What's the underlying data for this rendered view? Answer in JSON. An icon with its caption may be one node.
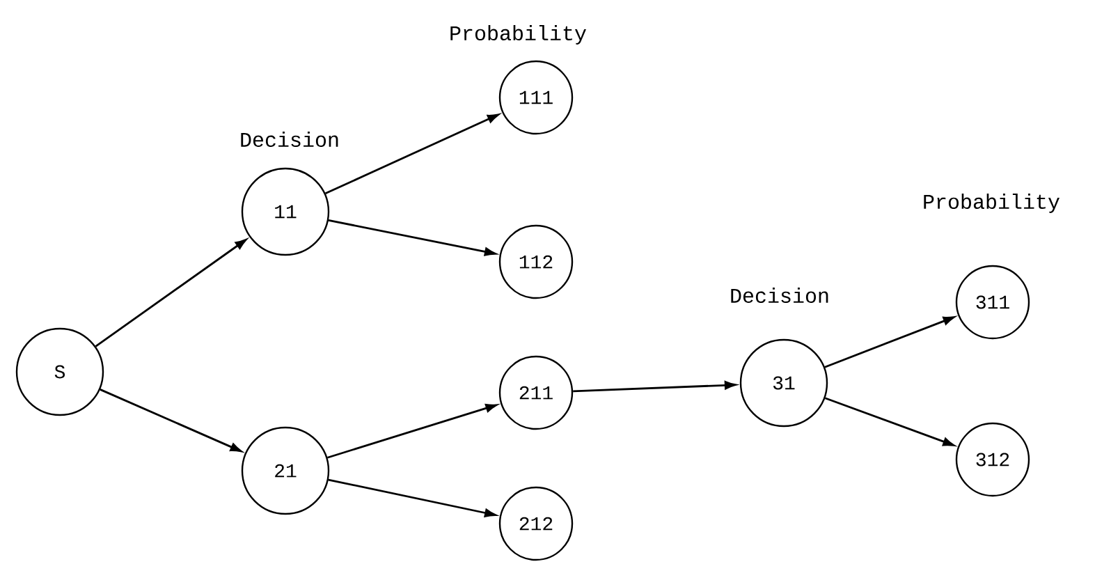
{
  "diagram": {
    "nodes": [
      {
        "text": [
          "S"
        ]
      },
      {
        "text": [
          "11"
        ]
      },
      {
        "text": [
          "21"
        ]
      },
      {
        "text": [
          "111"
        ]
      },
      {
        "text": [
          "112"
        ]
      },
      {
        "text": [
          "211"
        ]
      },
      {
        "text": [
          "212"
        ]
      },
      {
        "text": [
          "31"
        ]
      },
      {
        "text": [
          "311"
        ]
      },
      {
        "text": [
          "312"
        ]
      }
    ],
    "edges": [
      {
        "from": 0,
        "to": 1,
        "arrow": "to"
      },
      {
        "from": 0,
        "to": 2,
        "arrow": "to"
      },
      {
        "from": 1,
        "to": 3,
        "arrow": "to"
      },
      {
        "from": 1,
        "to": 4,
        "arrow": "to"
      },
      {
        "from": 2,
        "to": 5,
        "arrow": "to"
      },
      {
        "from": 2,
        "to": 6,
        "arrow": "to"
      },
      {
        "from": 5,
        "to": 7,
        "arrow": "to"
      },
      {
        "from": 7,
        "to": 8,
        "arrow": "to"
      },
      {
        "from": 7,
        "to": 9,
        "arrow": "to"
      }
    ],
    "labels": [
      "Probability",
      "Decision",
      "Probability",
      "Decision"
    ]
  }
}
